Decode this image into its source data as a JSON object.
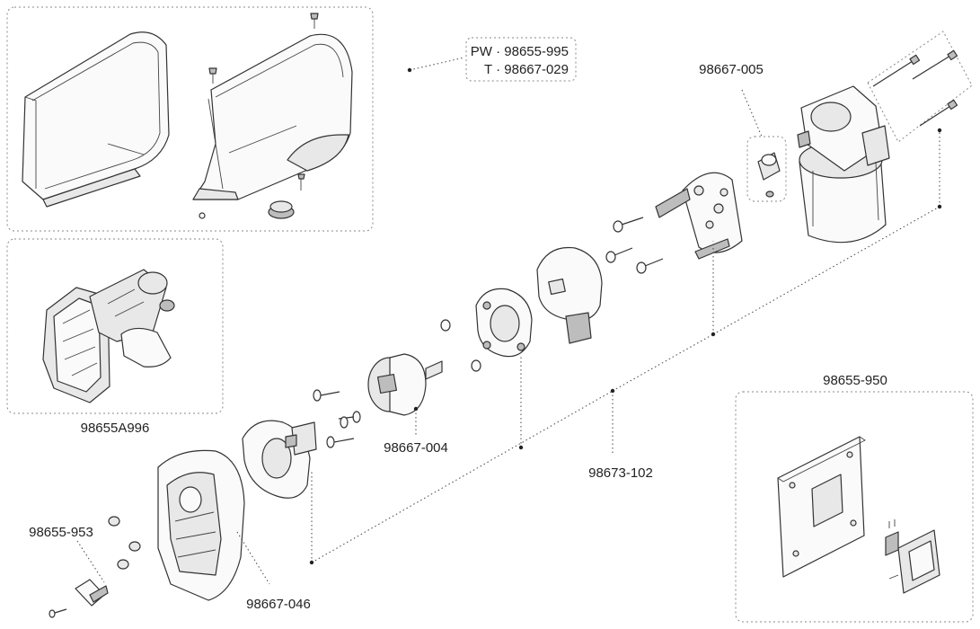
{
  "labels": {
    "cover_kit_pw": "PW · 98655-995",
    "cover_kit_t": "T · 98667-029",
    "gear_assembly": "98655A996",
    "switch_kit": "98655-950",
    "screw_kit_motor": "98667-005",
    "drive_coupler": "98667-004",
    "gear_kit": "98673-102",
    "housing": "98667-046",
    "mount_kit": "98655-953"
  }
}
